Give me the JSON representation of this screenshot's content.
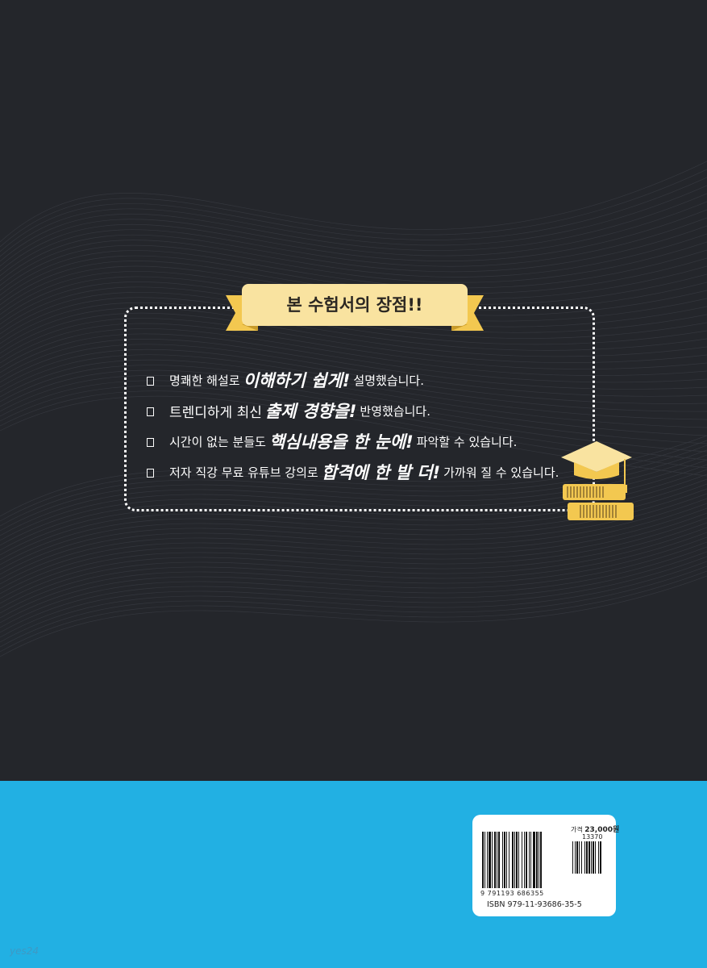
{
  "header": {
    "title": "본 수험서의 장점!!"
  },
  "features": [
    {
      "pre": "명쾌한 해설로",
      "emphasis": "이해하기 쉽게!",
      "post": "설명했습니다."
    },
    {
      "pre": "트렌디하게 최신",
      "emphasis": "출제 경향을!",
      "post": "반영했습니다."
    },
    {
      "pre": "시간이 없는 분들도",
      "emphasis": "핵심내용을 한 눈에!",
      "post": "파악할 수 있습니다."
    },
    {
      "pre": "저자 직강 무료 유튜브 강의로",
      "emphasis": "합격에 한 발 더!",
      "post": "가까워 질 수 있습니다."
    }
  ],
  "icons": [
    "checkbox-icon",
    "graduation-cap-books-icon"
  ],
  "barcode": {
    "price_label": "가격",
    "price_value": "23,000원",
    "add_on_code": "13370",
    "digits": "9 791193 686355",
    "isbn": "ISBN 979-11-93686-35-5"
  },
  "logo": {
    "text": "yes24"
  },
  "colors": {
    "background": "#24262b",
    "band": "#22b0e3",
    "ribbon": "#f9e3a0",
    "ribbon_dark": "#f3c850",
    "text": "#ffffff"
  }
}
